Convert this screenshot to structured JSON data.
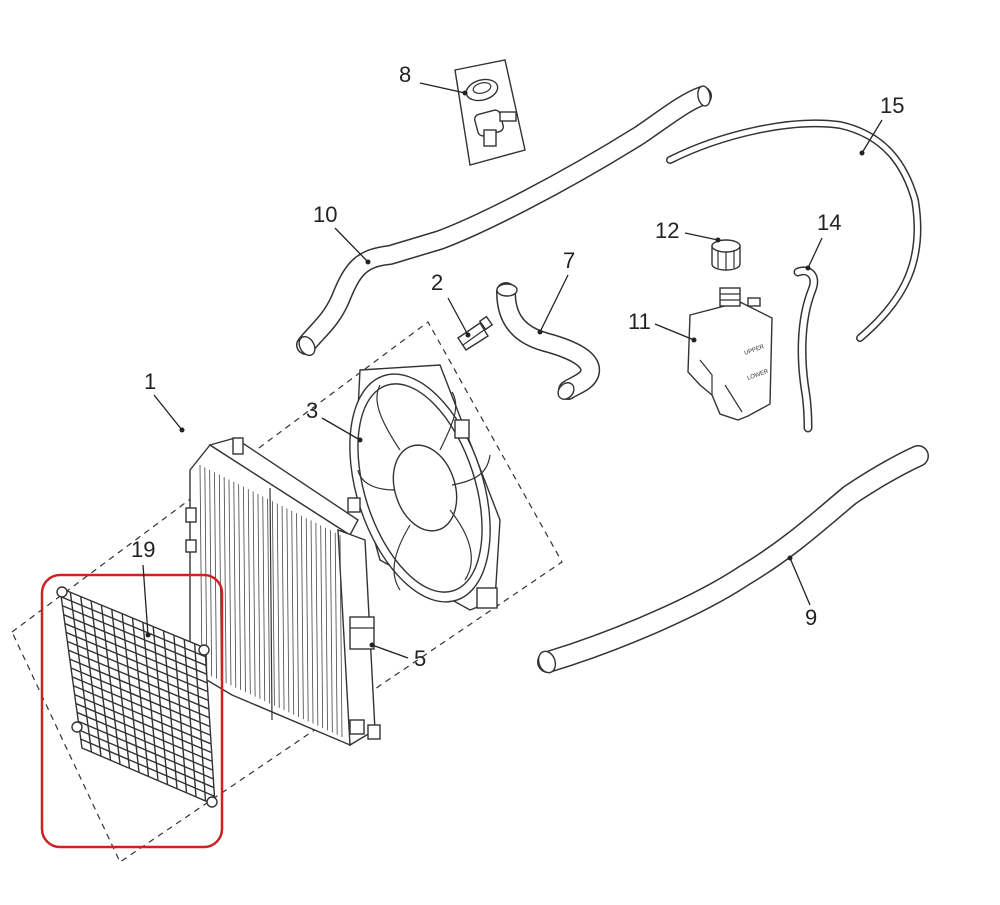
{
  "callouts": {
    "c1": "1",
    "c2": "2",
    "c3": "3",
    "c5": "5",
    "c7": "7",
    "c8": "8",
    "c9": "9",
    "c10": "10",
    "c11": "11",
    "c12": "12",
    "c14": "14",
    "c15": "15",
    "c19": "19"
  },
  "reservoir_labels": {
    "upper": "UPPER",
    "lower": "LOWER"
  },
  "highlight": {
    "part": "19",
    "color": "#cc2222"
  },
  "colors": {
    "line": "#333333",
    "background": "#ffffff"
  }
}
